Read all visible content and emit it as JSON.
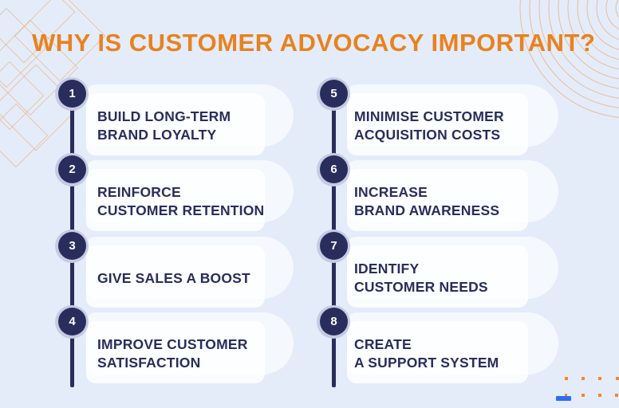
{
  "title": "WHY IS CUSTOMER ADVOCACY IMPORTANT?",
  "items": [
    {
      "number": "1",
      "label": "BUILD LONG-TERM\nBRAND LOYALTY"
    },
    {
      "number": "2",
      "label": "REINFORCE\nCUSTOMER RETENTION"
    },
    {
      "number": "3",
      "label": "GIVE SALES A BOOST"
    },
    {
      "number": "4",
      "label": "IMPROVE CUSTOMER\nSATISFACTION"
    },
    {
      "number": "5",
      "label": "MINIMISE CUSTOMER\nACQUISITION COSTS"
    },
    {
      "number": "6",
      "label": "INCREASE\nBRAND AWARENESS"
    },
    {
      "number": "7",
      "label": "IDENTIFY\nCUSTOMER NEEDS"
    },
    {
      "number": "8",
      "label": "CREATE\nA SUPPORT SYSTEM"
    }
  ],
  "colors": {
    "bg": "#e4ecfa",
    "accent": "#e8821e",
    "navy": "#292d5c",
    "ring": "#c5cbe3",
    "deco-orange": "#eda75f",
    "dot-orange": "#f08a26",
    "blue-bar": "#2e6cf2"
  }
}
